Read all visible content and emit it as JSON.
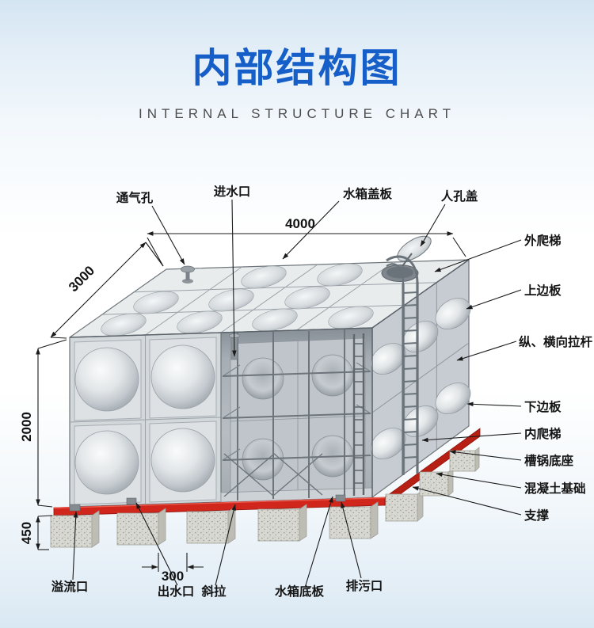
{
  "header": {
    "title": "内部结构图",
    "subtitle": "INTERNAL STRUCTURE CHART"
  },
  "diagram": {
    "dims": {
      "width": "4000",
      "depth": "3000",
      "height": "2000",
      "base_height": "450",
      "gap": "300"
    },
    "labels": {
      "vent": "通气孔",
      "inlet": "进水口",
      "cover": "水箱盖板",
      "manhole": "人孔盖",
      "ext_ladder": "外爬梯",
      "top_plate": "上边板",
      "tie_rods": "纵、横向拉杆",
      "bottom_plate": "下边板",
      "int_ladder": "内爬梯",
      "base_seat": "槽锅底座",
      "foundation": "混凝土基础",
      "support": "支撑",
      "overflow": "溢流口",
      "outlet": "出水口",
      "brace": "斜拉",
      "tank_bottom": "水箱底板",
      "drain": "排污口"
    }
  }
}
